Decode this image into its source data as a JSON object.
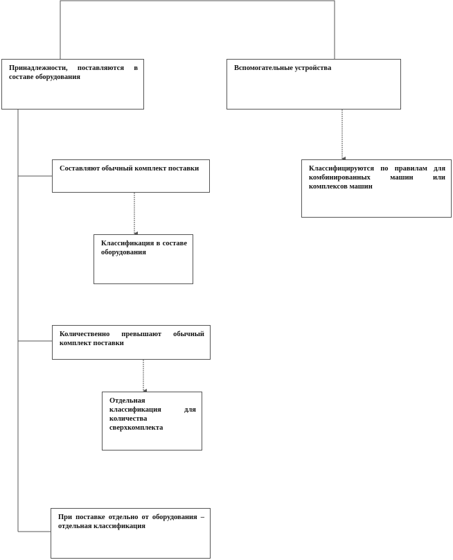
{
  "boxes": {
    "accessories": "Принадлежности, поставляются в составе оборудования",
    "auxiliary": "Вспомогательные устройства",
    "standard_set": "Составляют обычный комплект поставки",
    "classified_with_equipment": "Классификация в составе оборудования",
    "exceed_set": "Количественно превышают обычный комплект поставки",
    "separate_for_excess": "Отдельная классификация для количества сверхкомплекта",
    "combined_rules": "Классифицируются по правилам для комбинированных машин или комплексов машин",
    "supplied_separately": "При поставке отдельно от оборудования – отдельная классификация"
  },
  "colors": {
    "line": "#555555",
    "border": "#555555",
    "text": "#111111",
    "background": "#ffffff"
  }
}
